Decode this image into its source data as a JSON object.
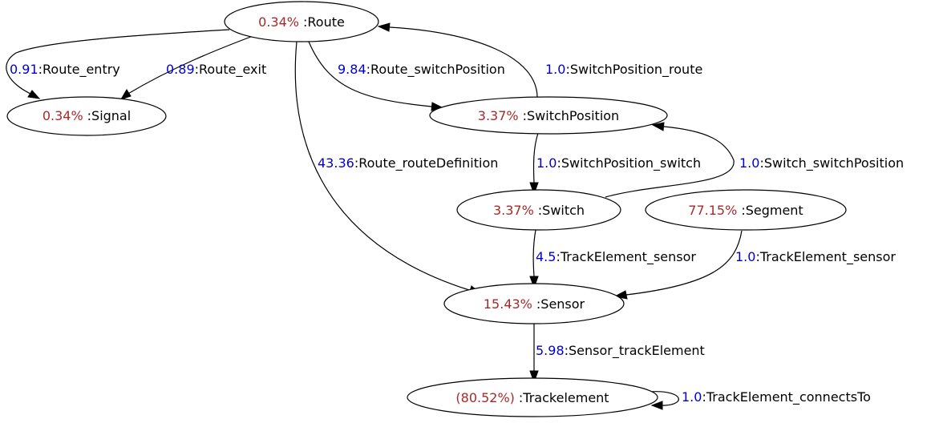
{
  "colors": {
    "percentage": "#a52a2a",
    "weight": "#0000cd",
    "text": "#000000",
    "line": "#000000"
  },
  "nodes": [
    {
      "id": "route",
      "percent": "0.34%",
      "name": ":Route"
    },
    {
      "id": "signal",
      "percent": "0.34%",
      "name": ":Signal"
    },
    {
      "id": "switch-position",
      "percent": "3.37%",
      "name": ":SwitchPosition"
    },
    {
      "id": "switch",
      "percent": "3.37%",
      "name": ":Switch"
    },
    {
      "id": "segment",
      "percent": "77.15%",
      "name": ":Segment"
    },
    {
      "id": "sensor",
      "percent": "15.43%",
      "name": ":Sensor"
    },
    {
      "id": "trackelement",
      "percent": "(80.52%)",
      "name": ":Trackelement"
    }
  ],
  "edges": [
    {
      "id": "route-entry",
      "from": "route",
      "to": "signal",
      "weight": "0.91",
      "label": ":Route_entry"
    },
    {
      "id": "route-exit",
      "from": "route",
      "to": "signal",
      "weight": "0.89",
      "label": ":Route_exit"
    },
    {
      "id": "route-switchposition",
      "from": "route",
      "to": "switch-position",
      "weight": "9.84",
      "label": ":Route_switchPosition"
    },
    {
      "id": "switchposition-route",
      "from": "switch-position",
      "to": "route",
      "weight": "1.0",
      "label": ":SwitchPosition_route"
    },
    {
      "id": "route-routedefinition",
      "from": "route",
      "to": "sensor",
      "weight": "43.36",
      "label": ":Route_routeDefinition"
    },
    {
      "id": "switchposition-switch",
      "from": "switch-position",
      "to": "switch",
      "weight": "1.0",
      "label": ":SwitchPosition_switch"
    },
    {
      "id": "switch-switchposition",
      "from": "switch",
      "to": "switch-position",
      "weight": "1.0",
      "label": ":Switch_switchPosition"
    },
    {
      "id": "switch-trackelement-sensor",
      "from": "switch",
      "to": "sensor",
      "weight": "4.5",
      "label": ":TrackElement_sensor"
    },
    {
      "id": "segment-trackelement-sensor",
      "from": "segment",
      "to": "sensor",
      "weight": "1.0",
      "label": ":TrackElement_sensor"
    },
    {
      "id": "sensor-trackelement",
      "from": "sensor",
      "to": "trackelement",
      "weight": "5.98",
      "label": ":Sensor_trackElement"
    },
    {
      "id": "trackelement-connectsto",
      "from": "trackelement",
      "to": "trackelement",
      "weight": "1.0",
      "label": ":TrackElement_connectsTo"
    }
  ]
}
